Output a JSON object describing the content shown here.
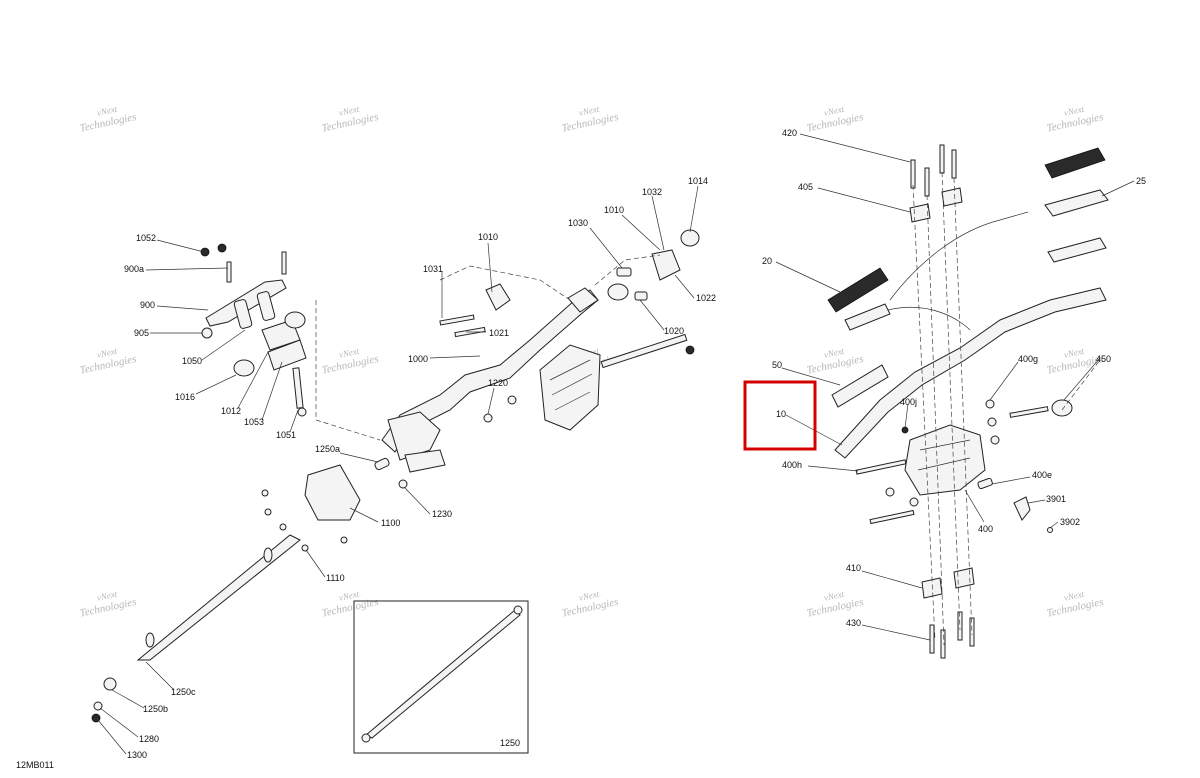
{
  "diagram_code": "12MB011",
  "watermark": {
    "line1": "vNext",
    "line2": "Technologies",
    "small": "vNext Technologies"
  },
  "callouts": {
    "c1052": "1052",
    "c900a": "900a",
    "c900": "900",
    "c905": "905",
    "c1050": "1050",
    "c1016": "1016",
    "c1012": "1012",
    "c1053": "1053",
    "c1051": "1051",
    "c1010a": "1010",
    "c1031": "1031",
    "c1021": "1021",
    "c1000": "1000",
    "c1030": "1030",
    "c1010b": "1010",
    "c1032": "1032",
    "c1014": "1014",
    "c1022": "1022",
    "c1020": "1020",
    "c1220": "1220",
    "c1230": "1230",
    "c1250a": "1250a",
    "c1100": "1100",
    "c1110": "1110",
    "c1250c": "1250c",
    "c1250b": "1250b",
    "c1280": "1280",
    "c1300": "1300",
    "c1250": "1250",
    "c420": "420",
    "c405": "405",
    "c25": "25",
    "c20": "20",
    "c50": "50",
    "c10": "10",
    "c400g": "400g",
    "c450": "450",
    "c400j": "400j",
    "c400h": "400h",
    "c400e": "400e",
    "c3901": "3901",
    "c3902": "3902",
    "c400": "400",
    "c410": "410",
    "c430": "430"
  },
  "highlighted_callout": "10"
}
